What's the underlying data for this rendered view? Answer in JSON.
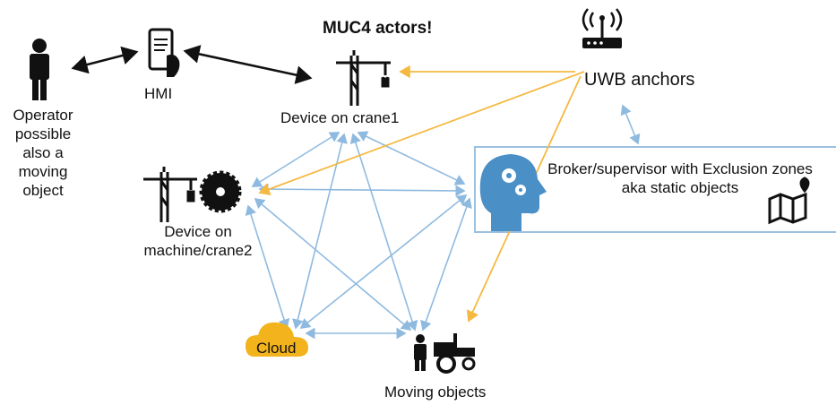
{
  "title": "MUC4 actors!",
  "labels": {
    "operator": "Operator possible also a moving object",
    "hmi": "HMI",
    "crane1": "Device on crane1",
    "uwb": "UWB anchors",
    "crane2": "Device on machine/crane2",
    "broker": "Broker/supervisor with Exclusion zones aka static objects",
    "cloud": "Cloud",
    "moving": "Moving objects"
  },
  "colors": {
    "blue_link": "#8fbadf",
    "orange_link": "#f5b942",
    "black_link": "#111111",
    "cloud": "#f2b31c",
    "broker_border": "#9cc0df",
    "head": "#4a8fc6"
  },
  "icons": {
    "operator": "person-icon",
    "hmi": "tablet-hand-icon",
    "crane1": "crane-icon",
    "crane2": "crane-icon",
    "saw": "saw-blade-icon",
    "uwb": "router-antenna-icon",
    "broker": "head-gears-icon",
    "map": "map-pin-icon",
    "cloud": "cloud-icon",
    "moving": "worker-tractor-icon"
  }
}
